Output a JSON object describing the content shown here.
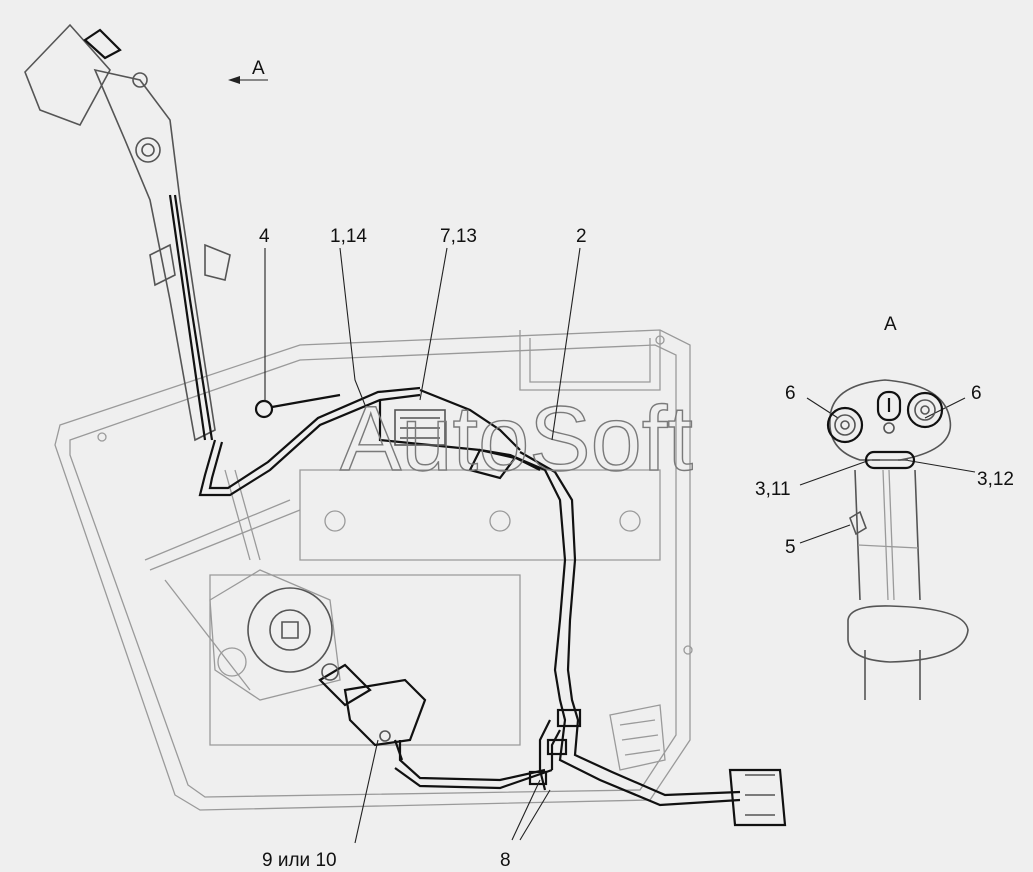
{
  "callouts": {
    "view_arrow": "A",
    "l4": "4",
    "l1_14": "1,14",
    "l7_13": "7,13",
    "l2": "2",
    "view_title": "A",
    "l6_left": "6",
    "l6_right": "6",
    "l3_11": "3,11",
    "l3_12": "3,12",
    "l5": "5",
    "l9_10": "9 или 10",
    "l8": "8"
  },
  "watermark": "AutoSoft"
}
